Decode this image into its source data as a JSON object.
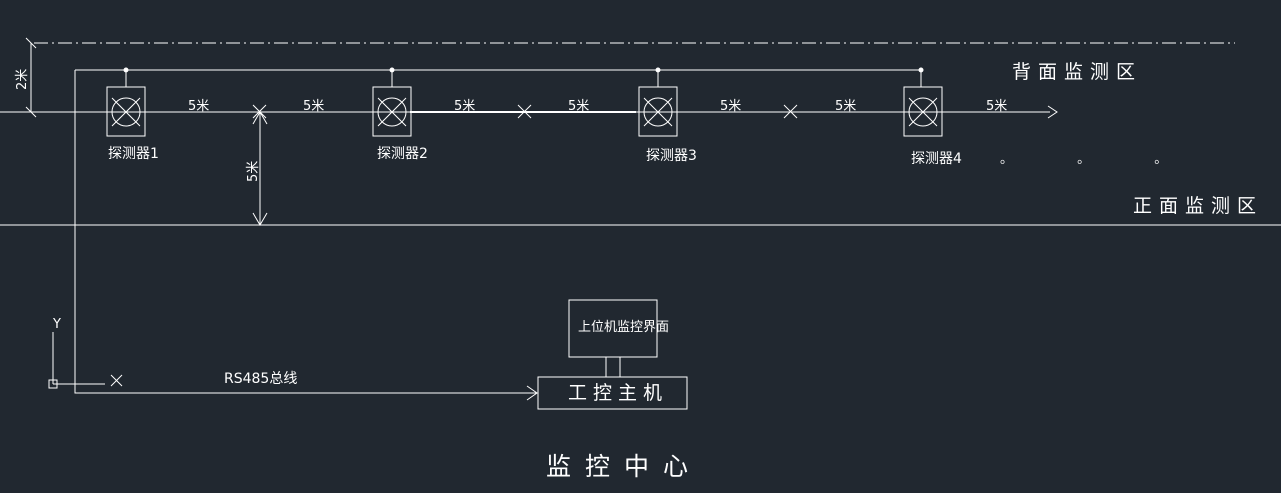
{
  "diagram": {
    "zones": {
      "back": "背面监测区",
      "front": "正面监测区"
    },
    "detectors": [
      "探测器1",
      "探测器2",
      "探测器3",
      "探测器4"
    ],
    "spacing_labels": [
      "5米",
      "5米",
      "5米",
      "5米",
      "5米",
      "5米",
      "5米"
    ],
    "vertical_dim": "5米",
    "offset_dim": "2米",
    "continuation": "。 。 。",
    "bus_label": "RS485总线",
    "host": "工控主机",
    "monitor_ui": "上位机监控界面",
    "center": "监控中心",
    "ucs": {
      "y": "Y",
      "x": "X"
    }
  },
  "colors": {
    "background": "#212830",
    "line": "#ffffff"
  }
}
